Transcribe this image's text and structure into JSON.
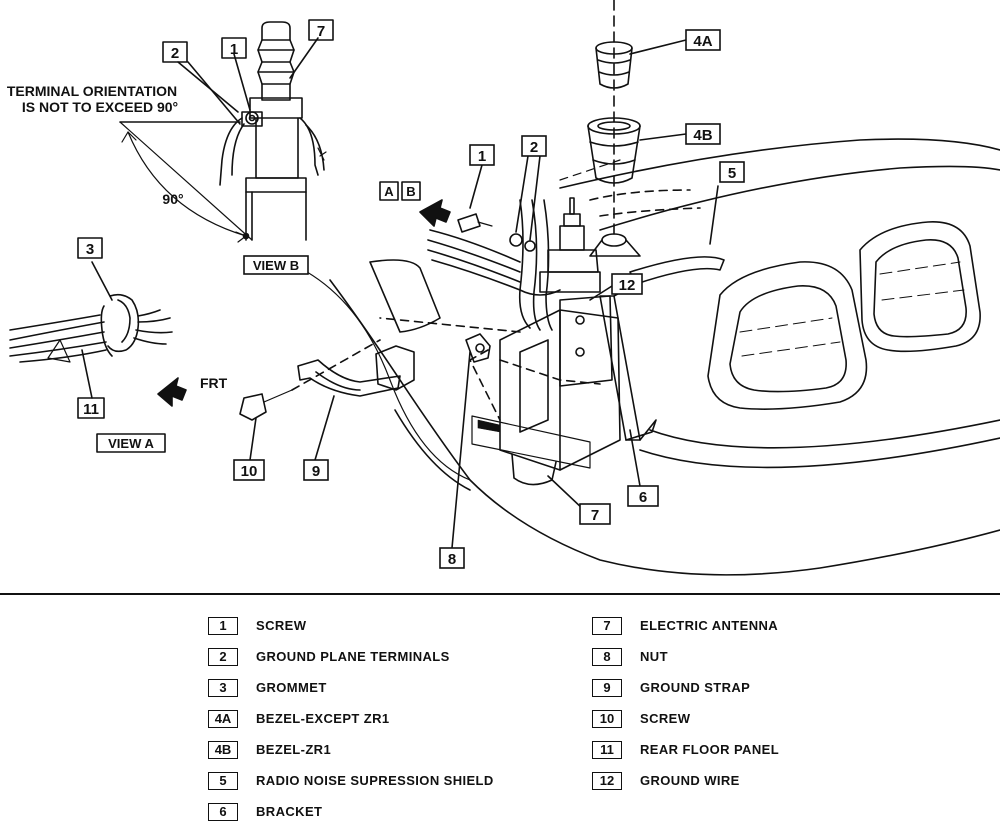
{
  "callouts": {
    "c1_top": "1",
    "c2_top": "2",
    "c7_top": "7",
    "c4a": "4A",
    "c4b": "4B",
    "c1_mid": "1",
    "c2_mid": "2",
    "c5": "5",
    "c3": "3",
    "c12": "12",
    "c11": "11",
    "c10": "10",
    "c9": "9",
    "c8": "8",
    "c7_bot": "7",
    "c6": "6",
    "viewA_box_a": "A",
    "viewA_box_b": "B"
  },
  "note": {
    "line1": "TERMINAL ORIENTATION",
    "line2": "IS NOT TO EXCEED 90°",
    "angle": "90°"
  },
  "views": {
    "view_b": "VIEW B",
    "view_a": "VIEW A"
  },
  "frt_label": "FRT",
  "legend": {
    "left": [
      {
        "num": "1",
        "label": "SCREW"
      },
      {
        "num": "2",
        "label": "GROUND PLANE TERMINALS"
      },
      {
        "num": "3",
        "label": "GROMMET"
      },
      {
        "num": "4A",
        "label": "BEZEL-EXCEPT ZR1"
      },
      {
        "num": "4B",
        "label": "BEZEL-ZR1"
      },
      {
        "num": "5",
        "label": "RADIO NOISE SUPRESSION SHIELD"
      },
      {
        "num": "6",
        "label": "BRACKET"
      }
    ],
    "right": [
      {
        "num": "7",
        "label": "ELECTRIC ANTENNA"
      },
      {
        "num": "8",
        "label": "NUT"
      },
      {
        "num": "9",
        "label": "GROUND STRAP"
      },
      {
        "num": "10",
        "label": "SCREW"
      },
      {
        "num": "11",
        "label": "REAR FLOOR PANEL"
      },
      {
        "num": "12",
        "label": "GROUND WIRE"
      }
    ]
  }
}
